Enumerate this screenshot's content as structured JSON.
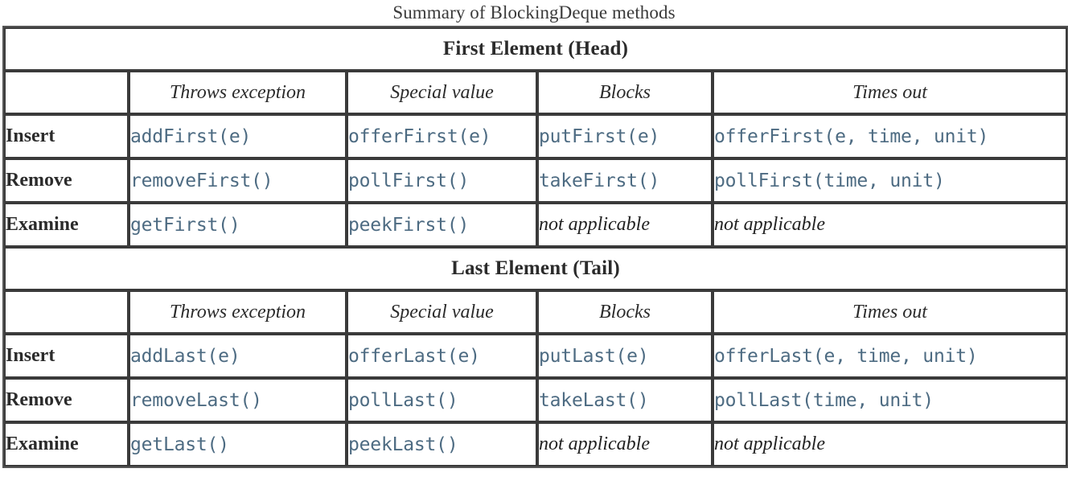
{
  "table": {
    "caption": "Summary of BlockingDeque methods",
    "column_headers": [
      "",
      "Throws exception",
      "Special value",
      "Blocks",
      "Times out"
    ],
    "sections": [
      {
        "title": "First Element (Head)",
        "rows": [
          {
            "label": "Insert",
            "cells": [
              {
                "text": "addFirst(e)",
                "kind": "method"
              },
              {
                "text": "offerFirst(e)",
                "kind": "method"
              },
              {
                "text": "putFirst(e)",
                "kind": "method"
              },
              {
                "text": "offerFirst(e, time, unit)",
                "kind": "method"
              }
            ]
          },
          {
            "label": "Remove",
            "cells": [
              {
                "text": "removeFirst()",
                "kind": "method"
              },
              {
                "text": "pollFirst()",
                "kind": "method"
              },
              {
                "text": "takeFirst()",
                "kind": "method"
              },
              {
                "text": "pollFirst(time, unit)",
                "kind": "method"
              }
            ]
          },
          {
            "label": "Examine",
            "cells": [
              {
                "text": "getFirst()",
                "kind": "method"
              },
              {
                "text": "peekFirst()",
                "kind": "method"
              },
              {
                "text": "not applicable",
                "kind": "na"
              },
              {
                "text": "not applicable",
                "kind": "na"
              }
            ]
          }
        ]
      },
      {
        "title": "Last Element (Tail)",
        "rows": [
          {
            "label": "Insert",
            "cells": [
              {
                "text": "addLast(e)",
                "kind": "method"
              },
              {
                "text": "offerLast(e)",
                "kind": "method"
              },
              {
                "text": "putLast(e)",
                "kind": "method"
              },
              {
                "text": "offerLast(e, time, unit)",
                "kind": "method"
              }
            ]
          },
          {
            "label": "Remove",
            "cells": [
              {
                "text": "removeLast()",
                "kind": "method"
              },
              {
                "text": "pollLast()",
                "kind": "method"
              },
              {
                "text": "takeLast()",
                "kind": "method"
              },
              {
                "text": "pollLast(time, unit)",
                "kind": "method"
              }
            ]
          },
          {
            "label": "Examine",
            "cells": [
              {
                "text": "getLast()",
                "kind": "method"
              },
              {
                "text": "peekLast()",
                "kind": "method"
              },
              {
                "text": "not applicable",
                "kind": "na"
              },
              {
                "text": "not applicable",
                "kind": "na"
              }
            ]
          }
        ]
      }
    ]
  },
  "colors": {
    "method_text": "#4d6b82",
    "heading_text": "#2b2b2b",
    "border": "#3a3a3a",
    "background": "#ffffff"
  }
}
